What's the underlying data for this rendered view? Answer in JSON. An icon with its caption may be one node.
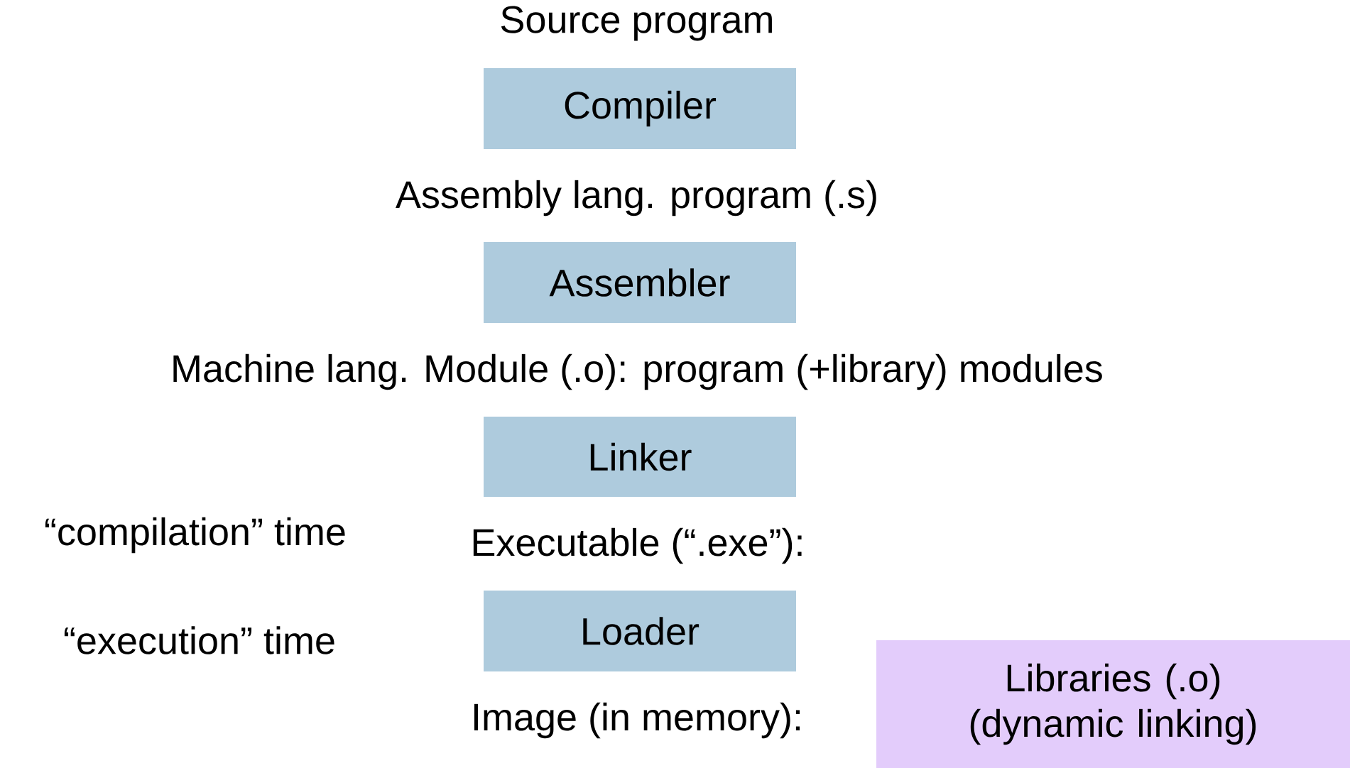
{
  "diagram": {
    "nodes": [
      {
        "text": [
          "Compiler"
        ]
      },
      {
        "text": [
          "Assembler"
        ]
      },
      {
        "text": [
          "Linker"
        ]
      },
      {
        "text": [
          "Loader"
        ]
      },
      {
        "text": [
          "Libraries (.o) (dynamic linking)"
        ]
      }
    ],
    "labels": [
      "Source program",
      "Assembly lang. program (.s)",
      "Machine lang. Module (.o): program (+library) modules",
      "“compilation” time",
      "Executable (“.exe”):",
      "“execution” time",
      "Image (in memory):"
    ]
  }
}
